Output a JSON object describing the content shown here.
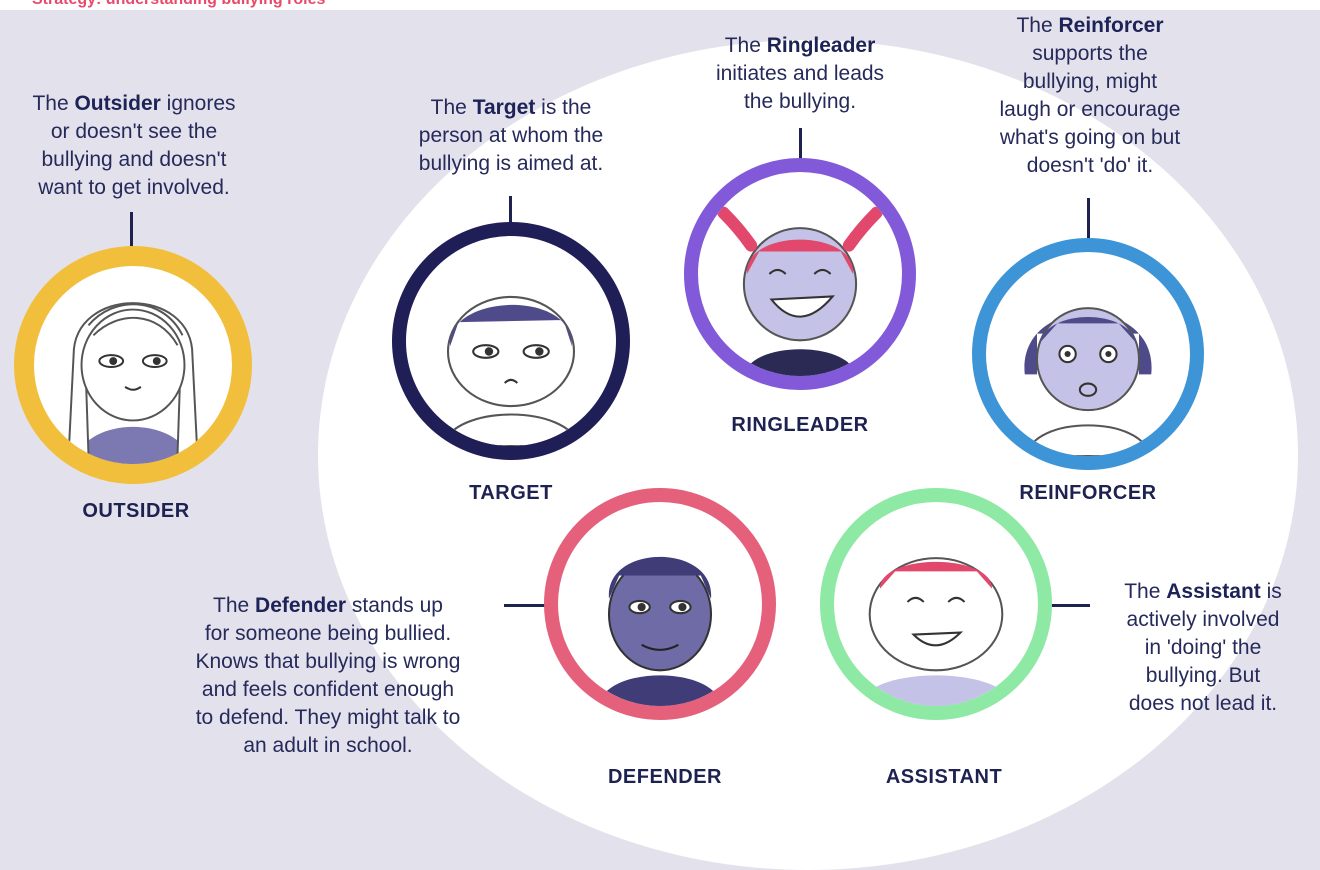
{
  "heading_fragment": "Strategy: understanding bullying roles",
  "roles": {
    "outsider": {
      "label": "OUTSIDER",
      "desc_pre": "The ",
      "desc_name": "Outsider",
      "desc_post": " ignores\nor doesn't see the\nbullying and doesn't\nwant to get involved.",
      "ring_color": "#f1bf3b"
    },
    "target": {
      "label": "TARGET",
      "desc_pre": "The ",
      "desc_name": "Target",
      "desc_post": " is the\nperson at whom the\nbullying is aimed at.",
      "ring_color": "#1f1e57"
    },
    "ringleader": {
      "label": "RINGLEADER",
      "desc_pre": "The ",
      "desc_name": "Ringleader",
      "desc_post": "\ninitiates and leads\nthe bullying.",
      "ring_color": "#8259d8"
    },
    "reinforcer": {
      "label": "REINFORCER",
      "desc_pre": "The ",
      "desc_name": "Reinforcer",
      "desc_post": "\nsupports the\nbullying, might\nlaugh or encourage\nwhat's going on but\ndoesn't 'do' it.",
      "ring_color": "#3d94d6"
    },
    "defender": {
      "label": "DEFENDER",
      "desc_pre": "The ",
      "desc_name": "Defender",
      "desc_post": " stands up\nfor someone being bullied.\nKnows that bullying is wrong\nand feels confident enough\nto defend. They might talk to\nan adult in school.",
      "ring_color": "#e5607a"
    },
    "assistant": {
      "label": "ASSISTANT",
      "desc_pre": "The ",
      "desc_name": "Assistant",
      "desc_post": " is\nactively involved\nin 'doing' the\nbullying. But\ndoes not lead it.",
      "ring_color": "#8ee9a4"
    }
  },
  "colors": {
    "background": "#e3e2ec",
    "ellipse": "#ffffff",
    "text": "#1e2250",
    "skin": "#c4c2e6",
    "dark_skin": "#6e6ba6",
    "hair_dark": "#4f4b8a",
    "hair_red": "#e2476c",
    "shirt": "#7c78b2"
  }
}
